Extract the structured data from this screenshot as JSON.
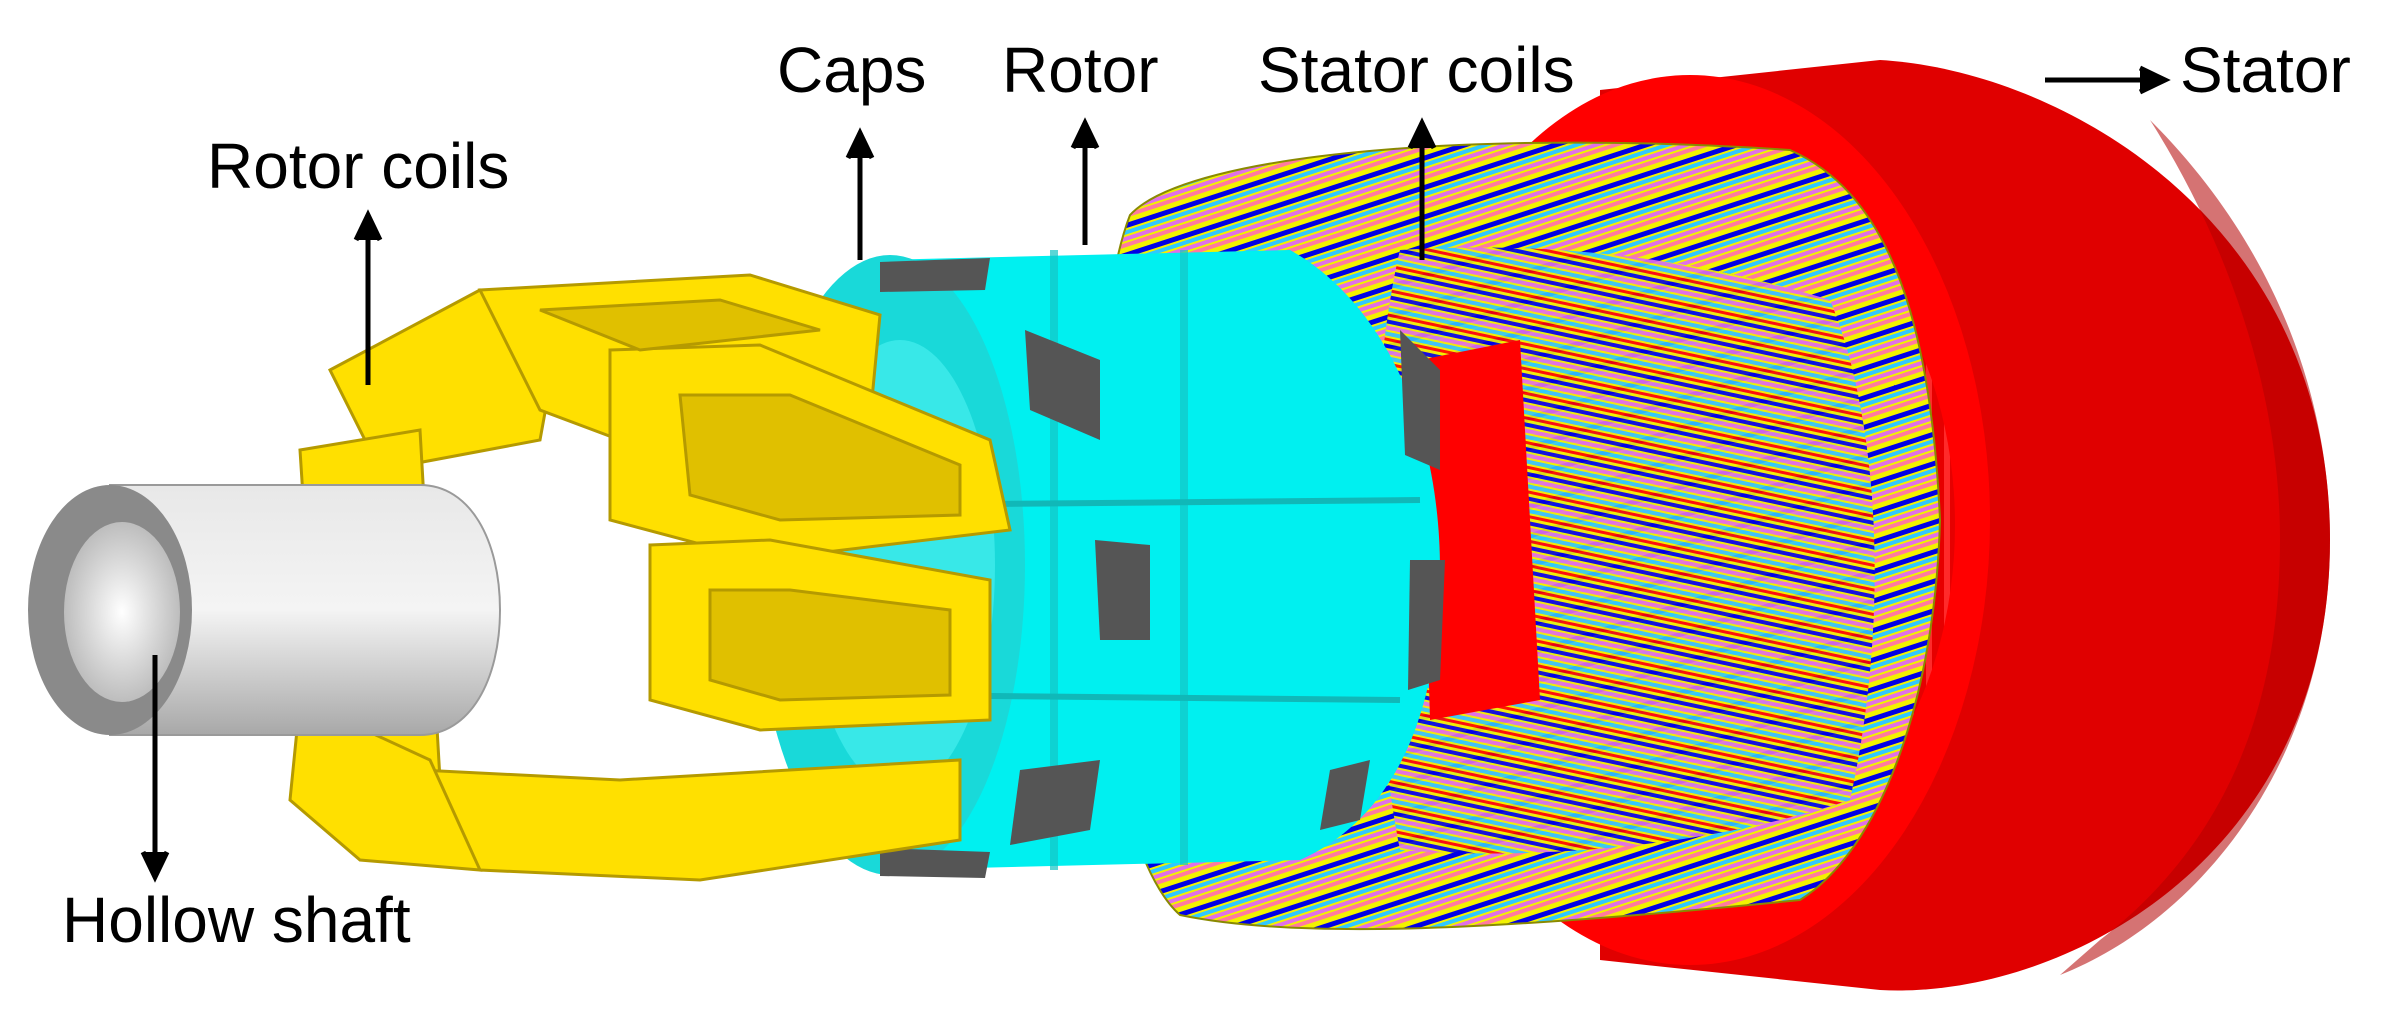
{
  "labels": {
    "rotor_coils": "Rotor coils",
    "caps": "Caps",
    "rotor": "Rotor",
    "stator_coils": "Stator coils",
    "stator": "Stator",
    "hollow_shaft": "Hollow shaft"
  },
  "colors": {
    "stator": "#ff0000",
    "stator_dark": "#b30000",
    "rotor": "#00ffff",
    "rotor_shade": "#1ed6d6",
    "caps": "#555555",
    "rotor_coils": "#ffe000",
    "rotor_coils_edge": "#b59a00",
    "shaft": "#c8c8c8",
    "coil_blue": "#0000e6",
    "coil_cyan": "#30c8ff",
    "coil_magenta": "#e070e8",
    "coil_yellow": "#f2f200",
    "coil_pink": "#ff7aa0",
    "background": "#ffffff"
  }
}
